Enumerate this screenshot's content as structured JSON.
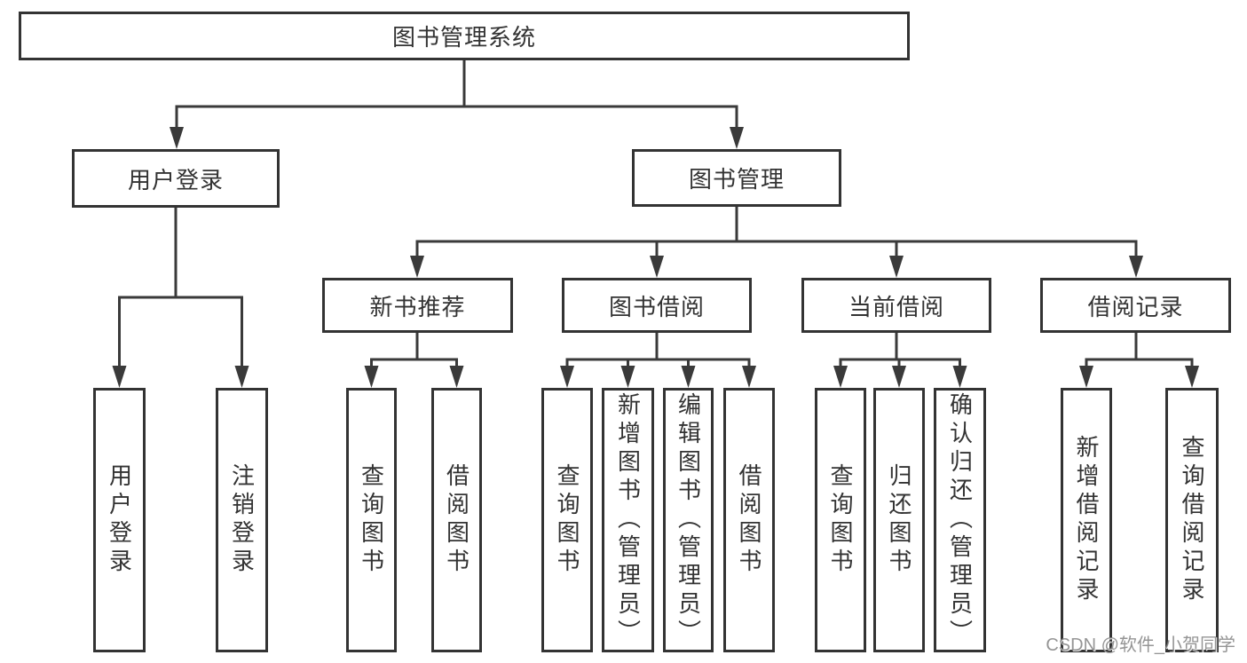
{
  "diagram": {
    "root": {
      "label": "图书管理系统"
    },
    "branches": [
      {
        "label": "用户登录"
      },
      {
        "label": "图书管理"
      }
    ],
    "modules": [
      {
        "label": "新书推荐"
      },
      {
        "label": "图书借阅"
      },
      {
        "label": "当前借阅"
      },
      {
        "label": "借阅记录"
      }
    ],
    "leaves": [
      {
        "label": "用户登录",
        "parent": "用户登录"
      },
      {
        "label": "注销登录",
        "parent": "用户登录"
      },
      {
        "label": "查询图书",
        "parent": "新书推荐"
      },
      {
        "label": "借阅图书",
        "parent": "新书推荐"
      },
      {
        "label": "查询图书",
        "parent": "图书借阅"
      },
      {
        "label": "新增图书（管理员）",
        "parent": "图书借阅"
      },
      {
        "label": "编辑图书（管理员）",
        "parent": "图书借阅"
      },
      {
        "label": "借阅图书",
        "parent": "图书借阅"
      },
      {
        "label": "查询图书",
        "parent": "当前借阅"
      },
      {
        "label": "归还图书",
        "parent": "当前借阅"
      },
      {
        "label": "确认归还（管理员）",
        "parent": "当前借阅"
      },
      {
        "label": "新增借阅记录",
        "parent": "借阅记录"
      },
      {
        "label": "查询借阅记录",
        "parent": "借阅记录"
      }
    ]
  },
  "watermark": "CSDN @软件_小贺同学",
  "colors": {
    "line": "#3a3a3a",
    "border": "#333333",
    "text": "#333333",
    "watermark": "#828282",
    "background": "#ffffff"
  }
}
